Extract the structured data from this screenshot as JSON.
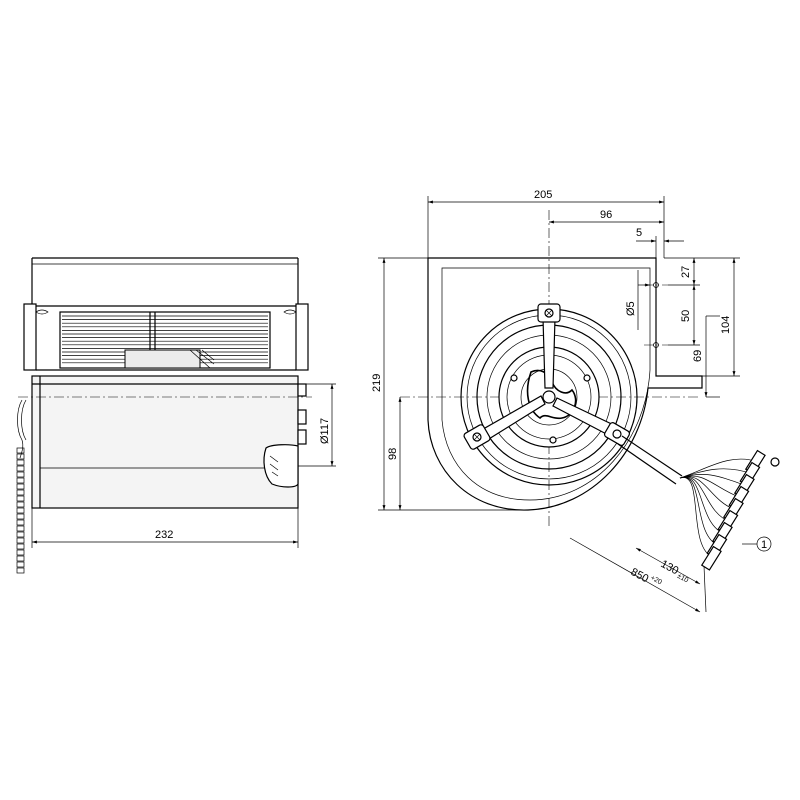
{
  "side_view": {
    "dim_length": "232",
    "dim_diameter": "Ø117"
  },
  "front_view": {
    "dim_width": "205",
    "dim_96": "96",
    "dim_5": "5",
    "dim_27": "27",
    "dim_hole": "Ø5",
    "dim_50": "50",
    "dim_104": "104",
    "dim_69": "69",
    "dim_height": "219",
    "dim_98": "98",
    "dim_lead_short": "130",
    "dim_lead_short_tol": "±10",
    "dim_lead_long": "850",
    "dim_lead_long_tol": "+20",
    "callout": "1"
  },
  "colors": {
    "line": "#000000",
    "background": "#ffffff"
  }
}
